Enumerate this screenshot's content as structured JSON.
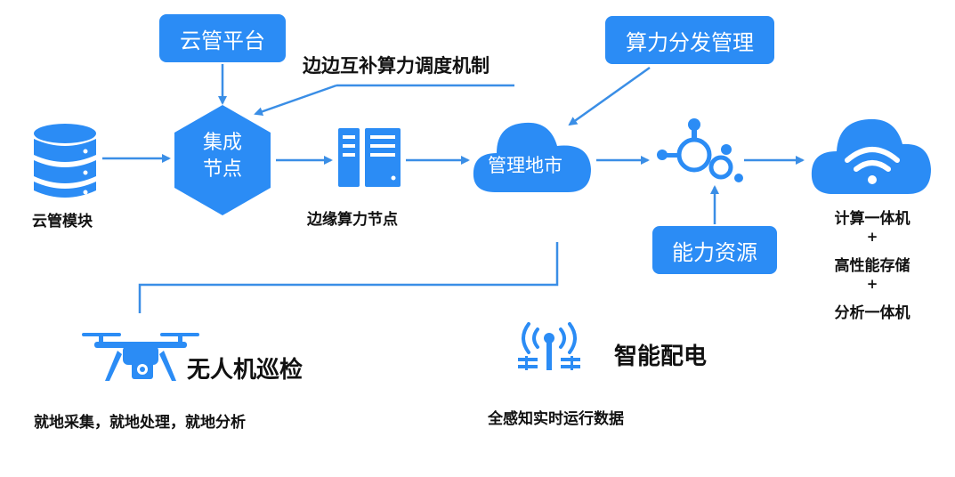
{
  "nodes": {
    "cloud_platform": "云管平台",
    "mutual_mechanism": "边边互补算力调度机制",
    "compute_dispatch": "算力分发管理",
    "integration_node": "集成\n节点",
    "management_city": "管理地市",
    "capability_resource": "能力资源"
  },
  "labels": {
    "cloud_module": "云管模块",
    "edge_compute_node": "边缘算力节点",
    "right_stack": [
      "计算一体机",
      "+",
      "高性能存储",
      "+",
      "分析一体机"
    ]
  },
  "bottom": {
    "drone_title": "无人机巡检",
    "drone_desc": "就地采集，就地处理，就地分析",
    "power_title": "智能配电",
    "power_desc": "全感知实时运行数据"
  },
  "colors": {
    "brand_blue": "#2b8cf5",
    "line_blue": "#3a8ee6"
  }
}
